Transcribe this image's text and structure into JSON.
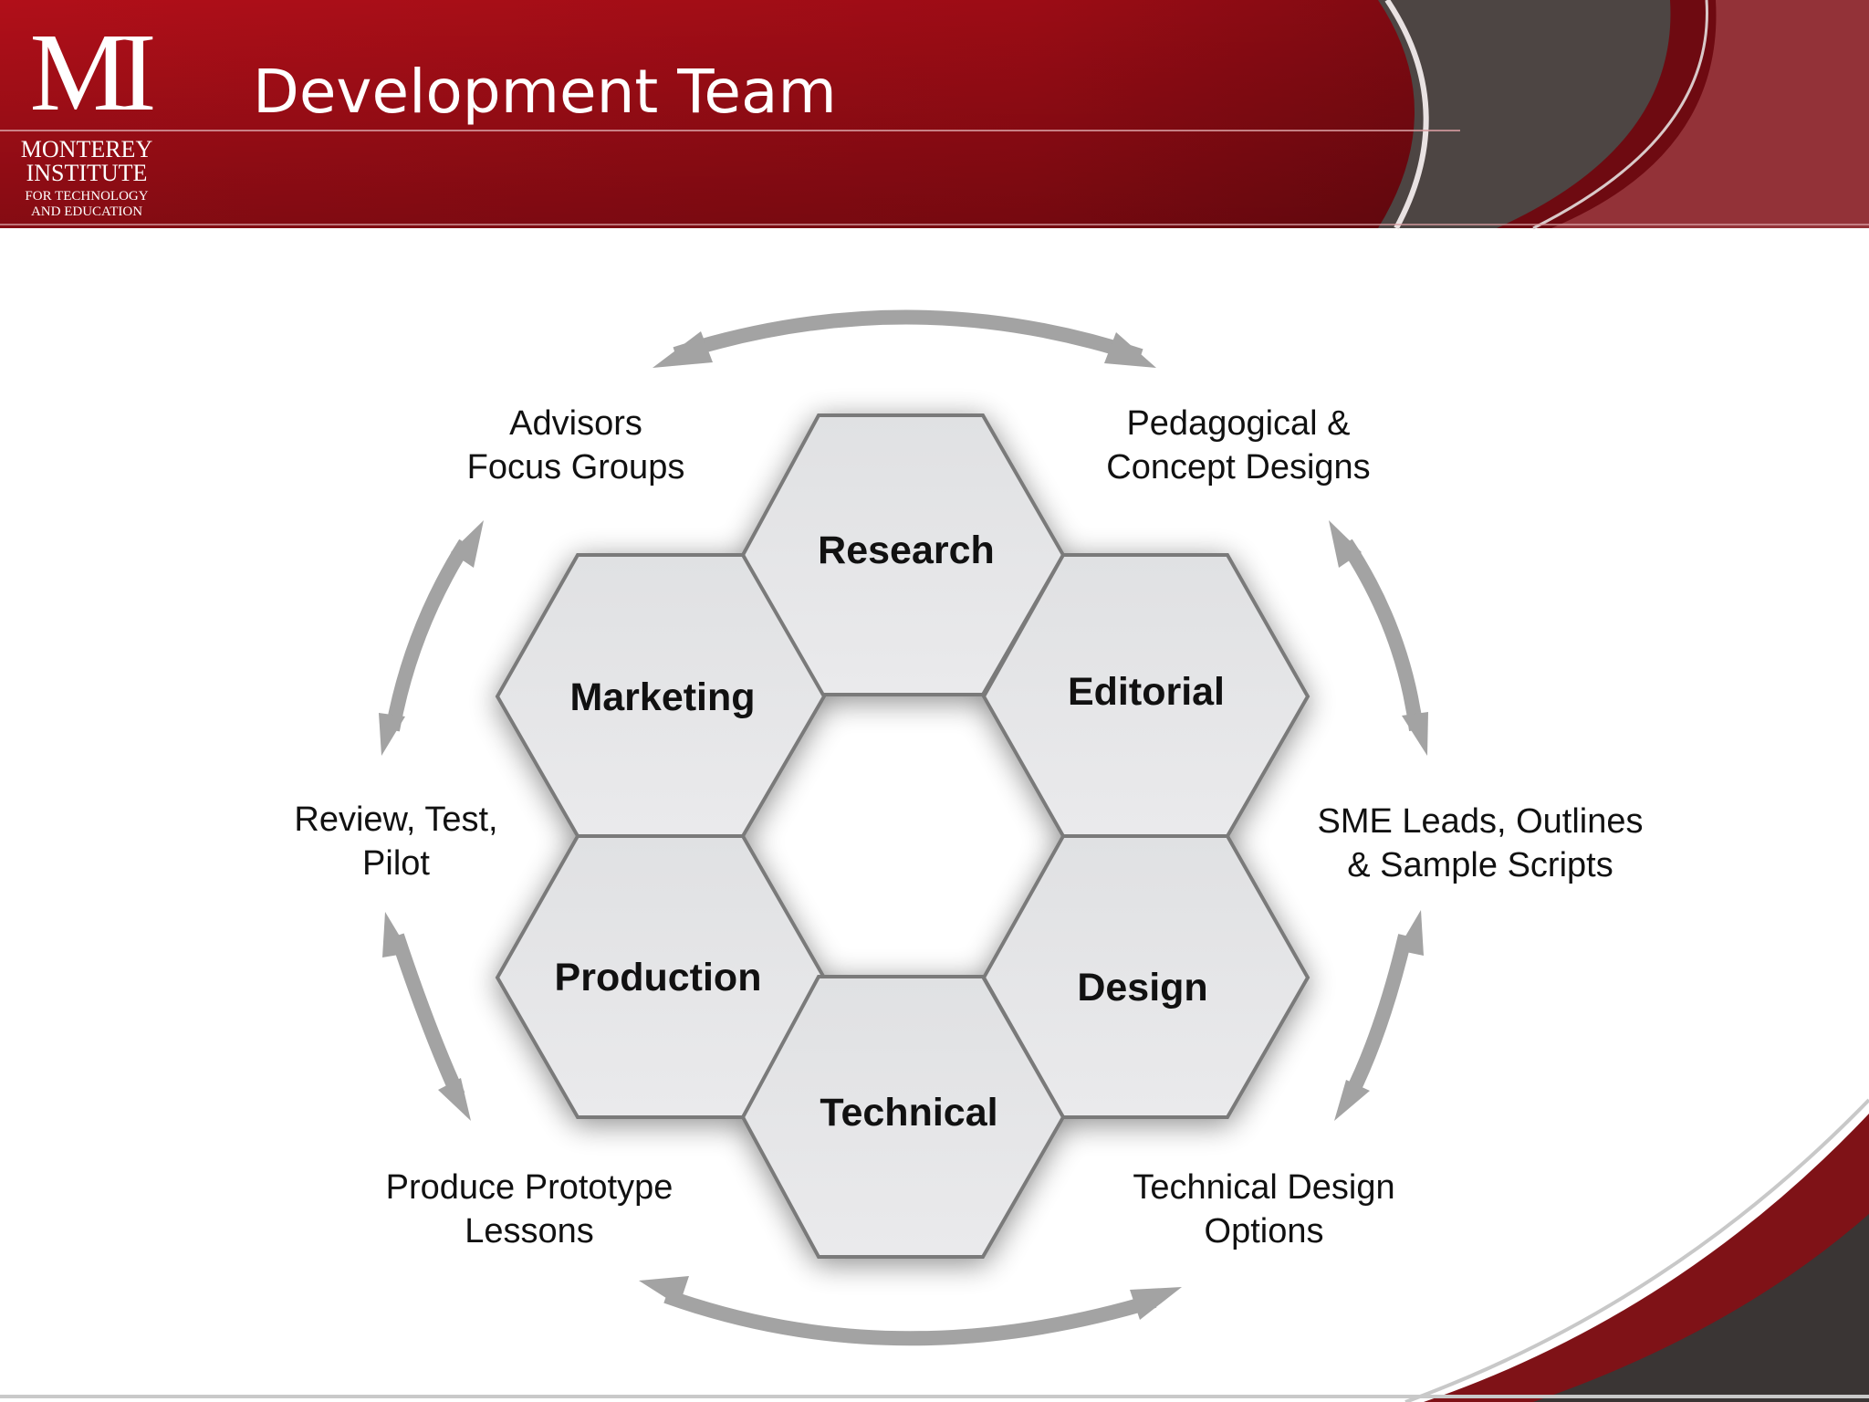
{
  "colors": {
    "header_red": "#a90d16",
    "header_dark": "#6e0a11",
    "header_gray": "#4d4543",
    "arrow_gray": "#a3a3a3",
    "hex_fill": "#e4e5e7",
    "hex_stroke": "#7a7a7a"
  },
  "logo": {
    "monogram": "MI",
    "line1": "MONTEREY",
    "line2": "INSTITUTE",
    "line3": "FOR TECHNOLOGY",
    "line4": "AND EDUCATION"
  },
  "header": {
    "title": "Development Team"
  },
  "hexagons": {
    "research": "Research",
    "editorial": "Editorial",
    "design": "Design",
    "technical": "Technical",
    "production": "Production",
    "marketing": "Marketing"
  },
  "cycle_labels": {
    "advisors": [
      "Advisors",
      "Focus Groups"
    ],
    "pedagogical": [
      "Pedagogical &",
      "Concept Designs"
    ],
    "sme": [
      "SME Leads, Outlines",
      "& Sample Scripts"
    ],
    "tech_design": [
      "Technical Design",
      "Options"
    ],
    "prototype": [
      "Produce Prototype",
      "Lessons"
    ],
    "review": [
      "Review, Test,",
      "Pilot"
    ]
  },
  "icons": {
    "cycle_arrows": "double-headed-arrow-icon"
  }
}
